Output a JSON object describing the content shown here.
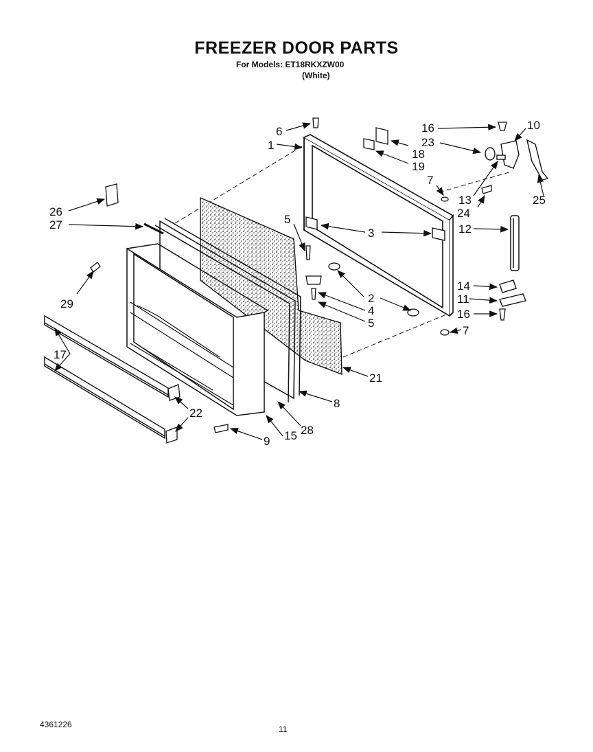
{
  "header": {
    "title": "FREEZER DOOR PARTS",
    "models": "For Models: ET18RKXZW00",
    "color": "(White)"
  },
  "footer": {
    "doc_number": "4361226",
    "page": "11"
  },
  "callouts": [
    {
      "id": "c1",
      "text": "1"
    },
    {
      "id": "c2a",
      "text": "2"
    },
    {
      "id": "c3",
      "text": "3"
    },
    {
      "id": "c4",
      "text": "4"
    },
    {
      "id": "c5a",
      "text": "5"
    },
    {
      "id": "c5b",
      "text": "5"
    },
    {
      "id": "c6",
      "text": "6"
    },
    {
      "id": "c7a",
      "text": "7"
    },
    {
      "id": "c7b",
      "text": "7"
    },
    {
      "id": "c8",
      "text": "8"
    },
    {
      "id": "c9",
      "text": "9"
    },
    {
      "id": "c10",
      "text": "10"
    },
    {
      "id": "c11",
      "text": "11"
    },
    {
      "id": "c12",
      "text": "12"
    },
    {
      "id": "c13",
      "text": "13"
    },
    {
      "id": "c14",
      "text": "14"
    },
    {
      "id": "c15",
      "text": "15"
    },
    {
      "id": "c16a",
      "text": "16"
    },
    {
      "id": "c16b",
      "text": "16"
    },
    {
      "id": "c17",
      "text": "17"
    },
    {
      "id": "c18",
      "text": "18"
    },
    {
      "id": "c19",
      "text": "19"
    },
    {
      "id": "c21",
      "text": "21"
    },
    {
      "id": "c22",
      "text": "22"
    },
    {
      "id": "c23",
      "text": "23"
    },
    {
      "id": "c24",
      "text": "24"
    },
    {
      "id": "c25",
      "text": "25"
    },
    {
      "id": "c26",
      "text": "26"
    },
    {
      "id": "c27",
      "text": "27"
    },
    {
      "id": "c28",
      "text": "28"
    },
    {
      "id": "c29",
      "text": "29"
    }
  ]
}
